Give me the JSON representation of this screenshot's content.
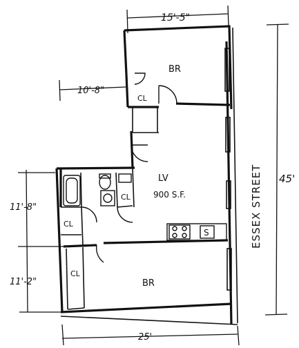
{
  "rooms": {
    "bedroom_top": "BR",
    "bedroom_bottom": "BR",
    "living": "LV",
    "living_area": "900 S.F.",
    "closet_top": "CL",
    "closet_bath": "CL",
    "closet_left": "CL",
    "closet_bottom": "CL"
  },
  "street": "ESSEX STREET",
  "dimensions": {
    "top_width": "15'-5\"",
    "top_left_width": "10'-8\"",
    "overall_height": "45'",
    "left_upper": "11'-8\"",
    "left_lower": "11'-2\"",
    "bottom_width": "25'"
  },
  "fixtures": {
    "sink_mark": "S"
  }
}
